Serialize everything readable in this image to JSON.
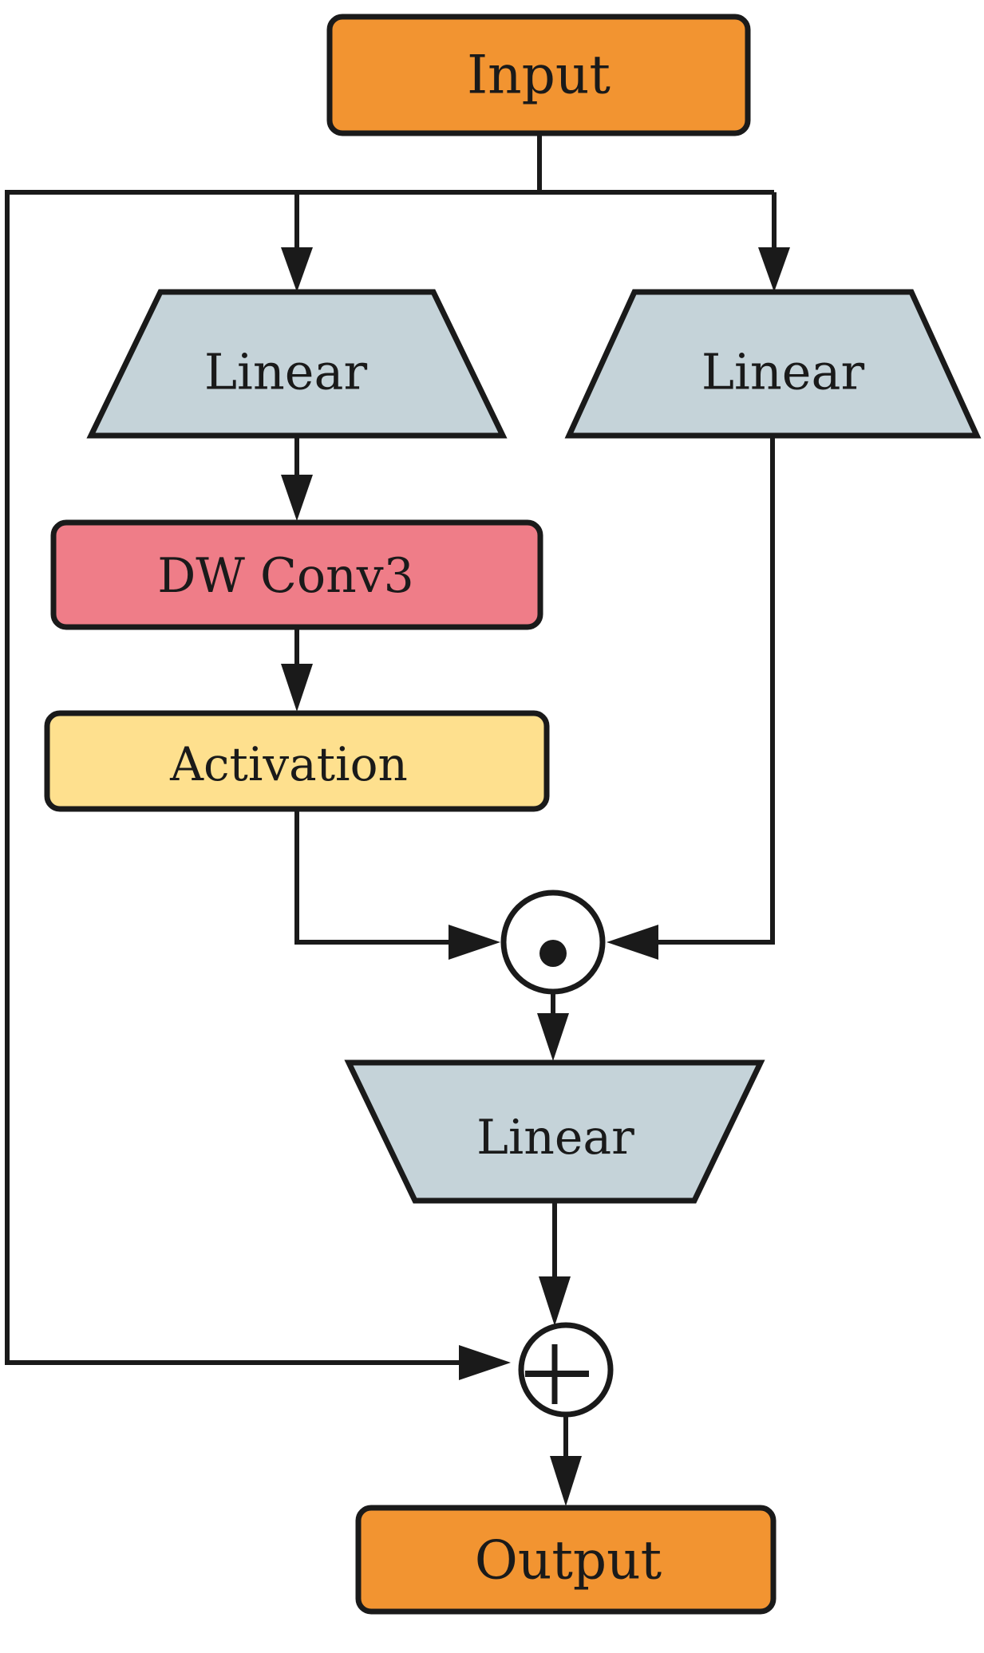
{
  "diagram": {
    "nodes": {
      "input": {
        "label": "Input",
        "shape": "rounded-rect",
        "color": "#F29431"
      },
      "linear_left": {
        "label": "Linear",
        "shape": "trapezoid-expand",
        "color": "#C5D3D9"
      },
      "linear_right": {
        "label": "Linear",
        "shape": "trapezoid-expand",
        "color": "#C5D3D9"
      },
      "dwconv": {
        "label": "DW Conv3",
        "shape": "rounded-rect",
        "color": "#EF7D88"
      },
      "activation": {
        "label": "Activation",
        "shape": "rounded-rect",
        "color": "#FEE08E"
      },
      "multiply": {
        "label": "",
        "symbol": "element-wise-product",
        "glyph": "⊙"
      },
      "linear_bottom": {
        "label": "Linear",
        "shape": "trapezoid-reduce",
        "color": "#C5D3D9"
      },
      "add": {
        "label": "",
        "symbol": "addition",
        "glyph": "⊕"
      },
      "output": {
        "label": "Output",
        "shape": "rounded-rect",
        "color": "#F29431"
      }
    },
    "edges": [
      {
        "from": "input",
        "to": "linear_left"
      },
      {
        "from": "input",
        "to": "linear_right"
      },
      {
        "from": "input",
        "to": "add",
        "type": "skip-connection"
      },
      {
        "from": "linear_left",
        "to": "dwconv"
      },
      {
        "from": "dwconv",
        "to": "activation"
      },
      {
        "from": "activation",
        "to": "multiply"
      },
      {
        "from": "linear_right",
        "to": "multiply"
      },
      {
        "from": "multiply",
        "to": "linear_bottom"
      },
      {
        "from": "linear_bottom",
        "to": "add"
      },
      {
        "from": "add",
        "to": "output"
      }
    ]
  }
}
